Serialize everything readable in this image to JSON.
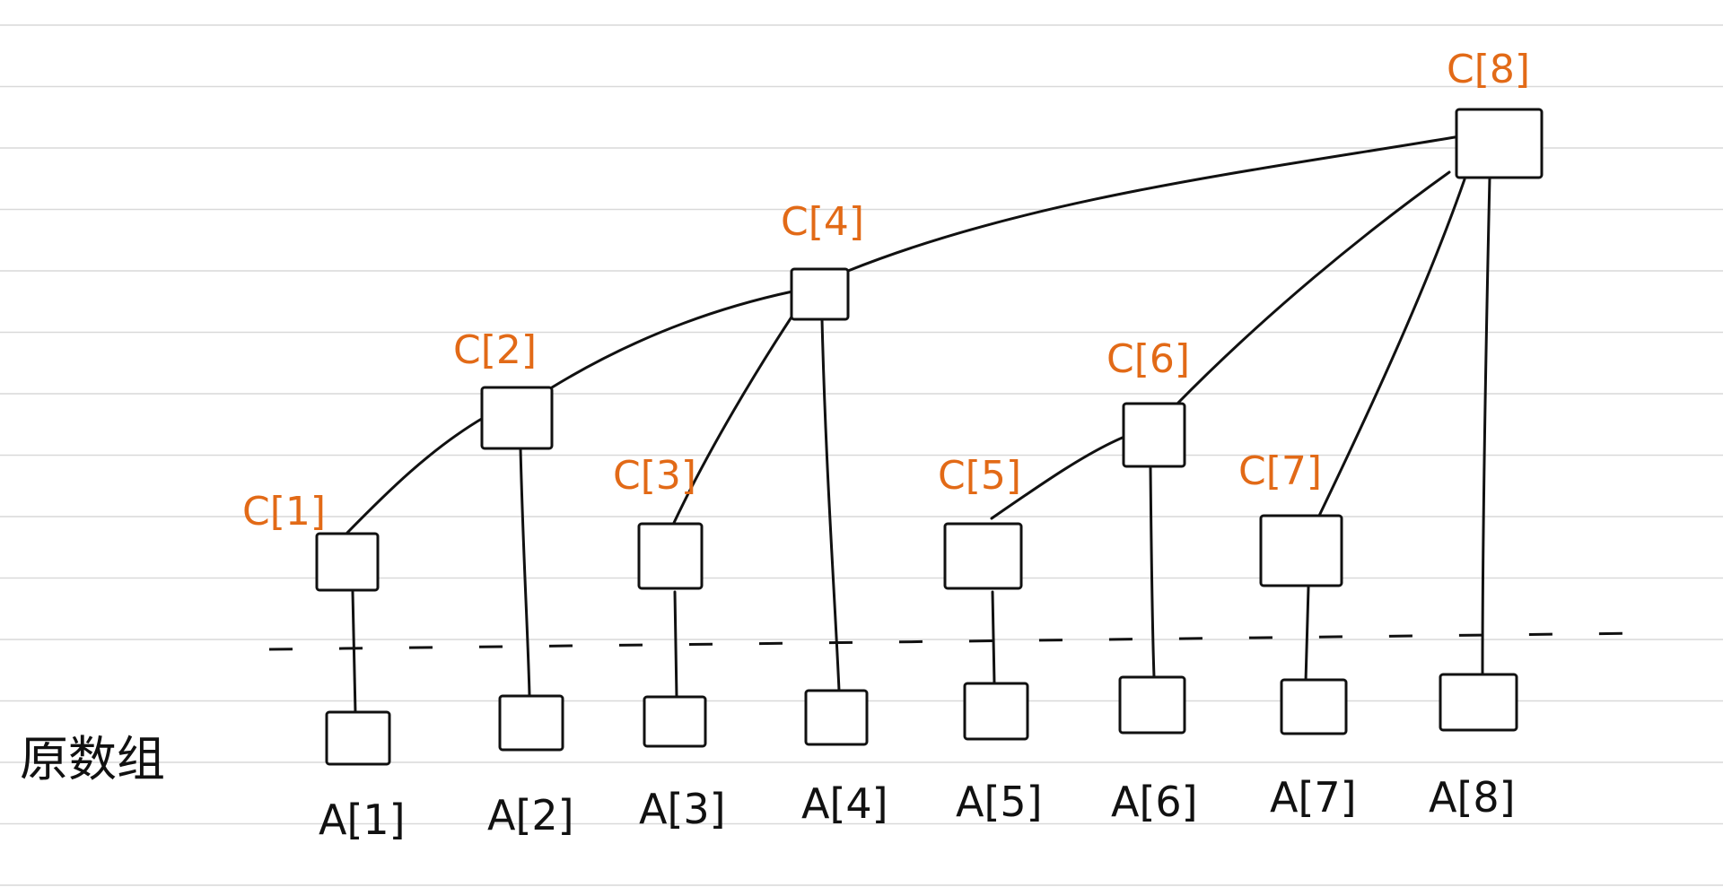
{
  "title": "原数组",
  "colors": {
    "accent": "#e26a17",
    "ink": "#111111",
    "ruled_line": "#d9d9d9"
  },
  "c_nodes": [
    {
      "label": "C[1]"
    },
    {
      "label": "C[2]"
    },
    {
      "label": "C[3]"
    },
    {
      "label": "C[4]"
    },
    {
      "label": "C[5]"
    },
    {
      "label": "C[6]"
    },
    {
      "label": "C[7]"
    },
    {
      "label": "C[8]"
    }
  ],
  "a_nodes": [
    {
      "label": "A[1]"
    },
    {
      "label": "A[2]"
    },
    {
      "label": "A[3]"
    },
    {
      "label": "A[4]"
    },
    {
      "label": "A[5]"
    },
    {
      "label": "A[6]"
    },
    {
      "label": "A[7]"
    },
    {
      "label": "A[8]"
    }
  ],
  "edges": [
    {
      "from": "C[1]",
      "to": "C[2]"
    },
    {
      "from": "C[2]",
      "to": "C[4]"
    },
    {
      "from": "C[3]",
      "to": "C[4]"
    },
    {
      "from": "C[4]",
      "to": "C[8]"
    },
    {
      "from": "C[5]",
      "to": "C[6]"
    },
    {
      "from": "C[6]",
      "to": "C[8]"
    },
    {
      "from": "C[7]",
      "to": "C[8]"
    },
    {
      "from": "A[1]",
      "to": "C[1]"
    },
    {
      "from": "A[2]",
      "to": "C[2]"
    },
    {
      "from": "A[3]",
      "to": "C[3]"
    },
    {
      "from": "A[4]",
      "to": "C[4]"
    },
    {
      "from": "A[5]",
      "to": "C[5]"
    },
    {
      "from": "A[6]",
      "to": "C[6]"
    },
    {
      "from": "A[7]",
      "to": "C[7]"
    },
    {
      "from": "A[8]",
      "to": "C[8]"
    }
  ]
}
